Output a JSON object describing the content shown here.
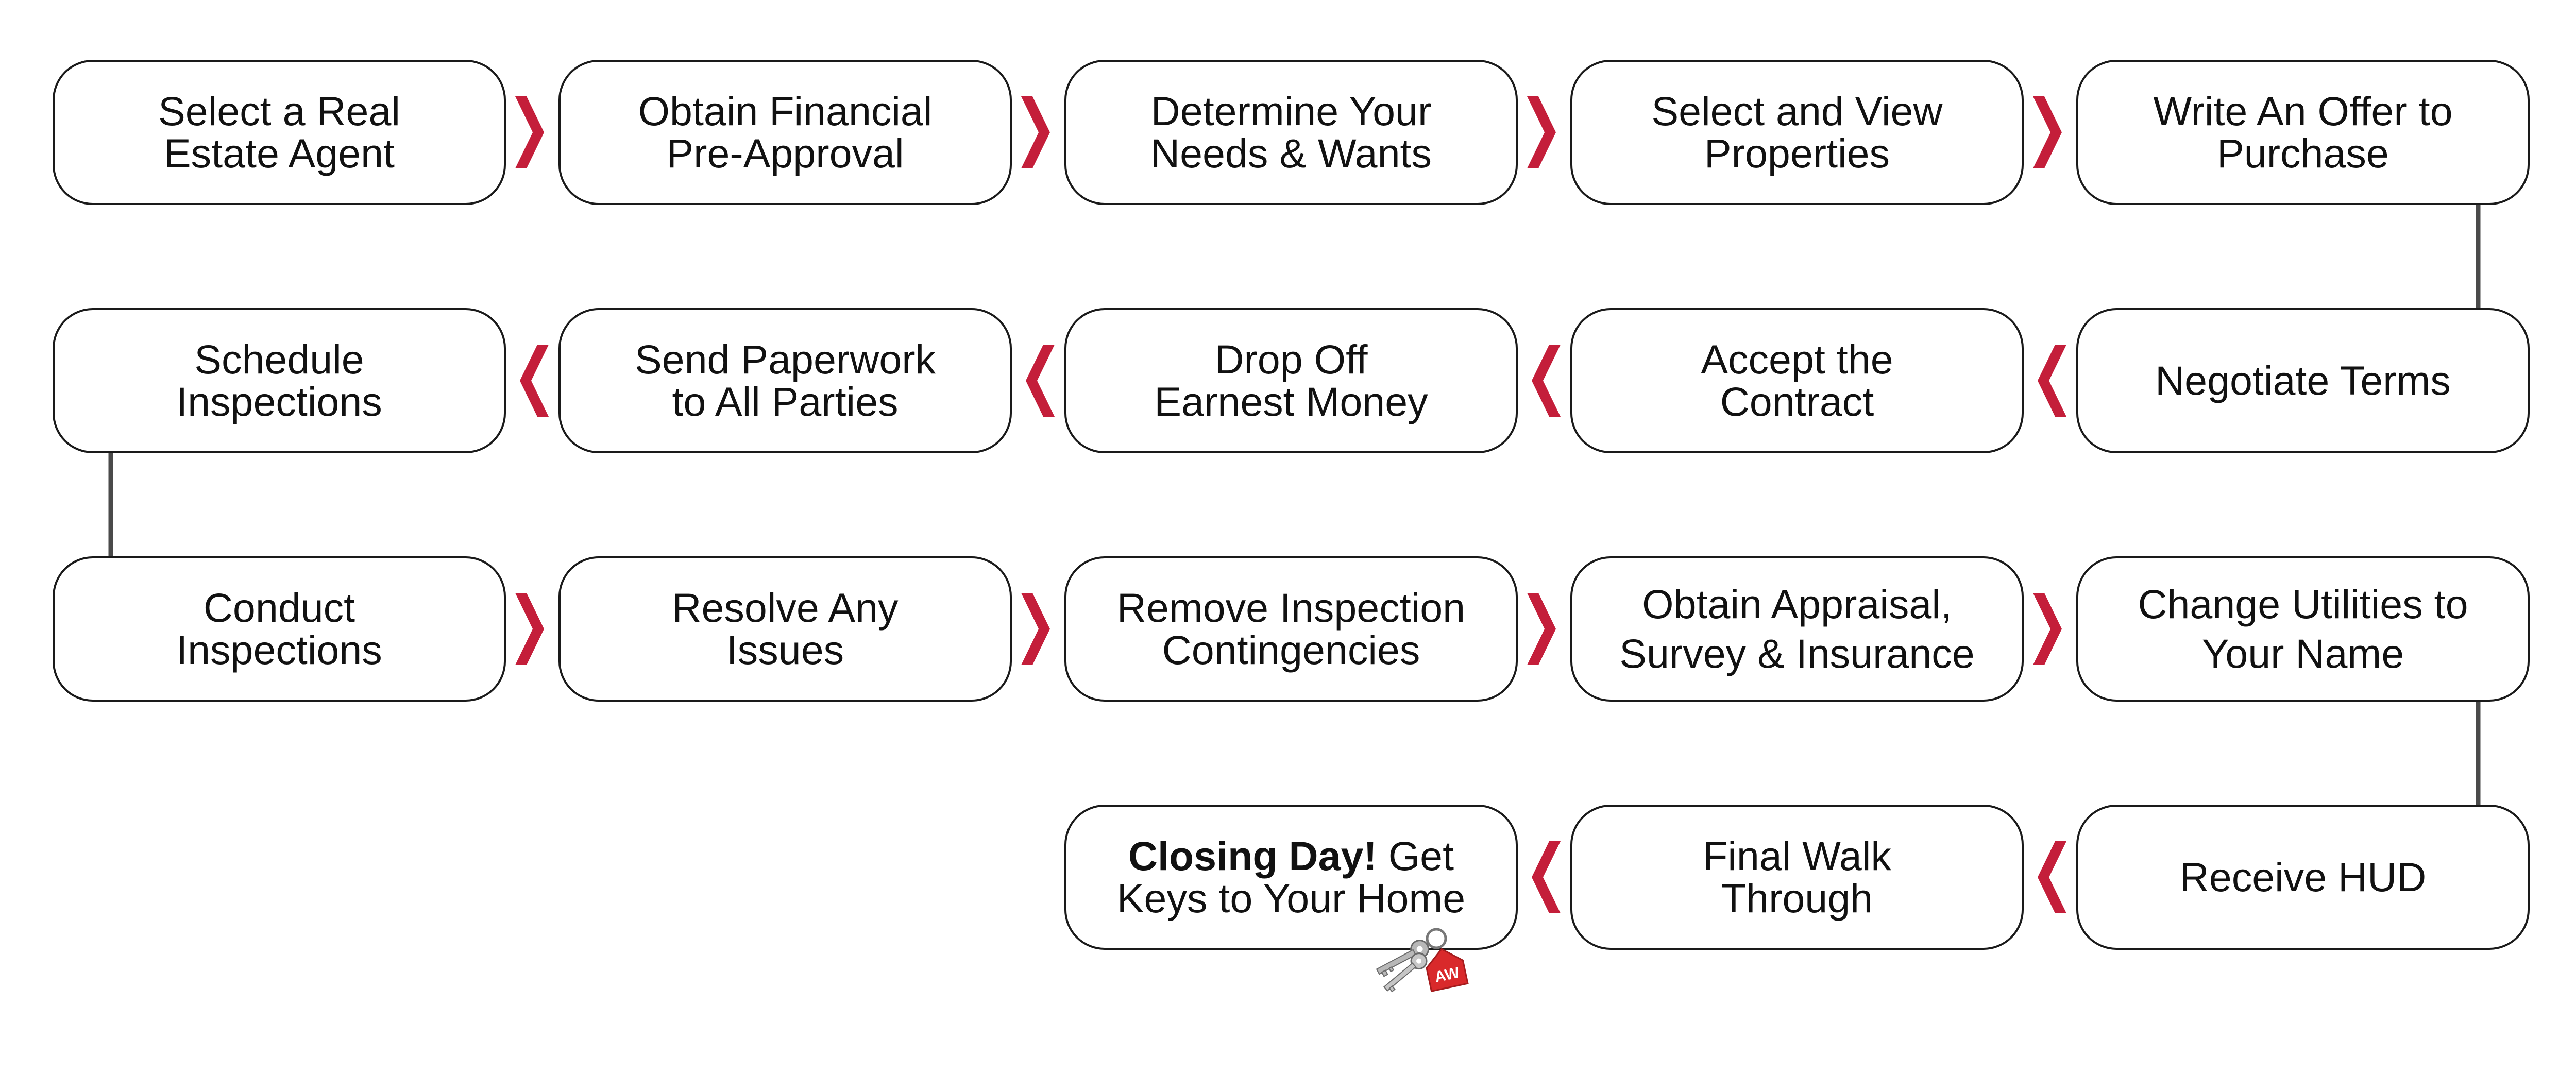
{
  "colors": {
    "accent": "#c41e3a",
    "border": "#1a1a1a",
    "connector": "#4a4a4a",
    "text": "#111111"
  },
  "steps": [
    {
      "text": "Select a Real\nEstate Agent"
    },
    {
      "text": "Obtain Financial\nPre-Approval"
    },
    {
      "text": "Determine Your\nNeeds & Wants"
    },
    {
      "text": "Select and View\nProperties"
    },
    {
      "text": "Write An Offer to\nPurchase"
    },
    {
      "text": "Negotiate Terms"
    },
    {
      "text": "Accept the\nContract"
    },
    {
      "text": "Drop Off\nEarnest  Money"
    },
    {
      "text": "Send Paperwork\nto All Parties"
    },
    {
      "text": "Schedule\nInspections"
    },
    {
      "text": "Conduct\nInspections"
    },
    {
      "text": "Resolve Any\nIssues"
    },
    {
      "text": "Remove Inspection\nContingencies"
    },
    {
      "text": "Obtain Appraisal,\nSurvey & Insurance"
    },
    {
      "text": "Change Utilities to\nYour Name"
    },
    {
      "text": "Receive HUD"
    },
    {
      "text": "Final Walk\nThrough"
    },
    {
      "bold": "Closing Day!",
      "text": " Get\nKeys to Your Home"
    }
  ],
  "keychain": {
    "icon": "house-keychain-icon",
    "tag_text": "AW"
  }
}
